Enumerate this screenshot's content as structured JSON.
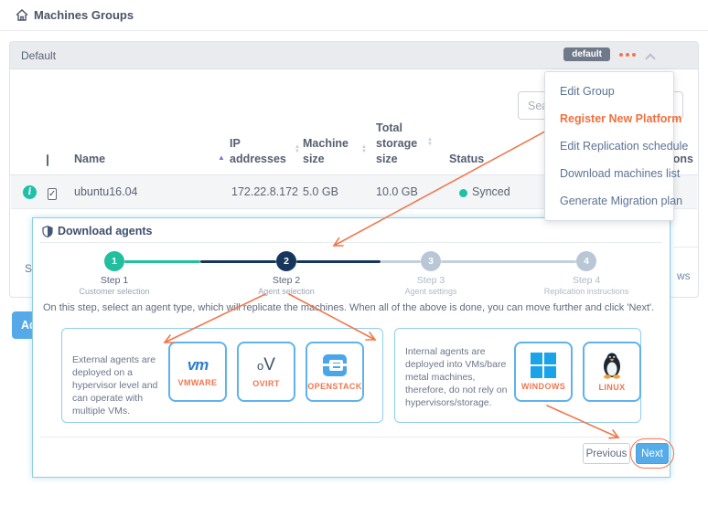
{
  "page": {
    "title": "Machines Groups"
  },
  "group_card": {
    "title": "Default",
    "badge": "default",
    "search_placeholder": "Search",
    "table": {
      "headers": {
        "name": "Name",
        "ip": "IP addresses",
        "machine_size": "Machine size",
        "total_storage": "Total storage size",
        "status": "Status",
        "actions": "Actions"
      },
      "row": {
        "name": "ubuntu16.04",
        "ip": "172.22.8.172",
        "machine_size": "5.0 GB",
        "total_storage": "10.0 GB",
        "status": "Synced",
        "checkbox_check": "✓"
      }
    },
    "fragments": {
      "showing": "S",
      "rows": "ws",
      "add_button": "Ad"
    }
  },
  "context_menu": {
    "items": [
      {
        "label": "Edit Group"
      },
      {
        "label": "Register New Platform"
      },
      {
        "label": "Edit Replication schedule"
      },
      {
        "label": "Download machines list"
      },
      {
        "label": "Generate Migration plan"
      }
    ]
  },
  "modal": {
    "title": "Download agents",
    "steps": [
      {
        "num": "1",
        "label": "Step 1",
        "sub": "Customer selection"
      },
      {
        "num": "2",
        "label": "Step 2",
        "sub": "Agent selection"
      },
      {
        "num": "3",
        "label": "Step 3",
        "sub": "Agent settings"
      },
      {
        "num": "4",
        "label": "Step 4",
        "sub": "Replication instructions"
      }
    ],
    "instruction": "On this step, select an agent type, which will replicate the machines. When all of the above is done, you can move further and click 'Next'.",
    "external_box": {
      "description": "External agents are deployed on a hypervisor level and can operate with multiple VMs.",
      "tiles": [
        {
          "label": "VMWARE"
        },
        {
          "label": "OVIRT"
        },
        {
          "label": "OPENSTACK"
        }
      ]
    },
    "internal_box": {
      "description": "Internal agents are deployed into VMs/bare metal machines, therefore, do not rely on hypervisors/storage.",
      "tiles": [
        {
          "label": "WINDOWS"
        },
        {
          "label": "LINUX"
        }
      ]
    },
    "footer": {
      "previous": "Previous",
      "next": "Next"
    }
  },
  "colors": {
    "accent_orange": "#f0764f",
    "teal": "#1fc0a7",
    "navy": "#16365b",
    "blue": "#55a9e9",
    "step_gray": "#b9c6d6"
  }
}
